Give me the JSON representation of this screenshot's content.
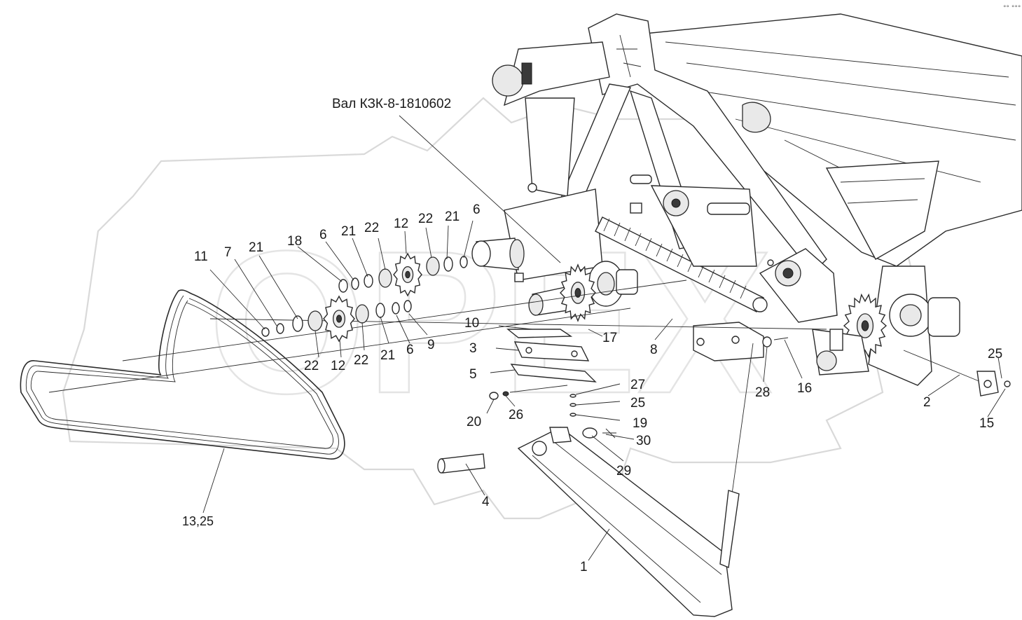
{
  "diagram": {
    "shaft_label": "Вал КЗК-8-1810602",
    "corner_mark": "°° °°°",
    "watermark_text": "ОРЕХ",
    "callouts": {
      "c1": "1",
      "c2": "2",
      "c3": "3",
      "c4": "4",
      "c5": "5",
      "c6a": "6",
      "c6b": "6",
      "c6c": "6",
      "c7": "7",
      "c8": "8",
      "c9": "9",
      "c10": "10",
      "c11": "11",
      "c12a": "12",
      "c12b": "12",
      "c13": "13,25",
      "c15": "15",
      "c16": "16",
      "c17": "17",
      "c18": "18",
      "c19": "19",
      "c20": "20",
      "c21a": "21",
      "c21b": "21",
      "c21c": "21",
      "c21d": "21",
      "c22a": "22",
      "c22b": "22",
      "c22c": "22",
      "c22d": "22",
      "c25a": "25",
      "c25b": "25",
      "c26": "26",
      "c27": "27",
      "c28": "28",
      "c29": "29",
      "c30": "30"
    }
  }
}
